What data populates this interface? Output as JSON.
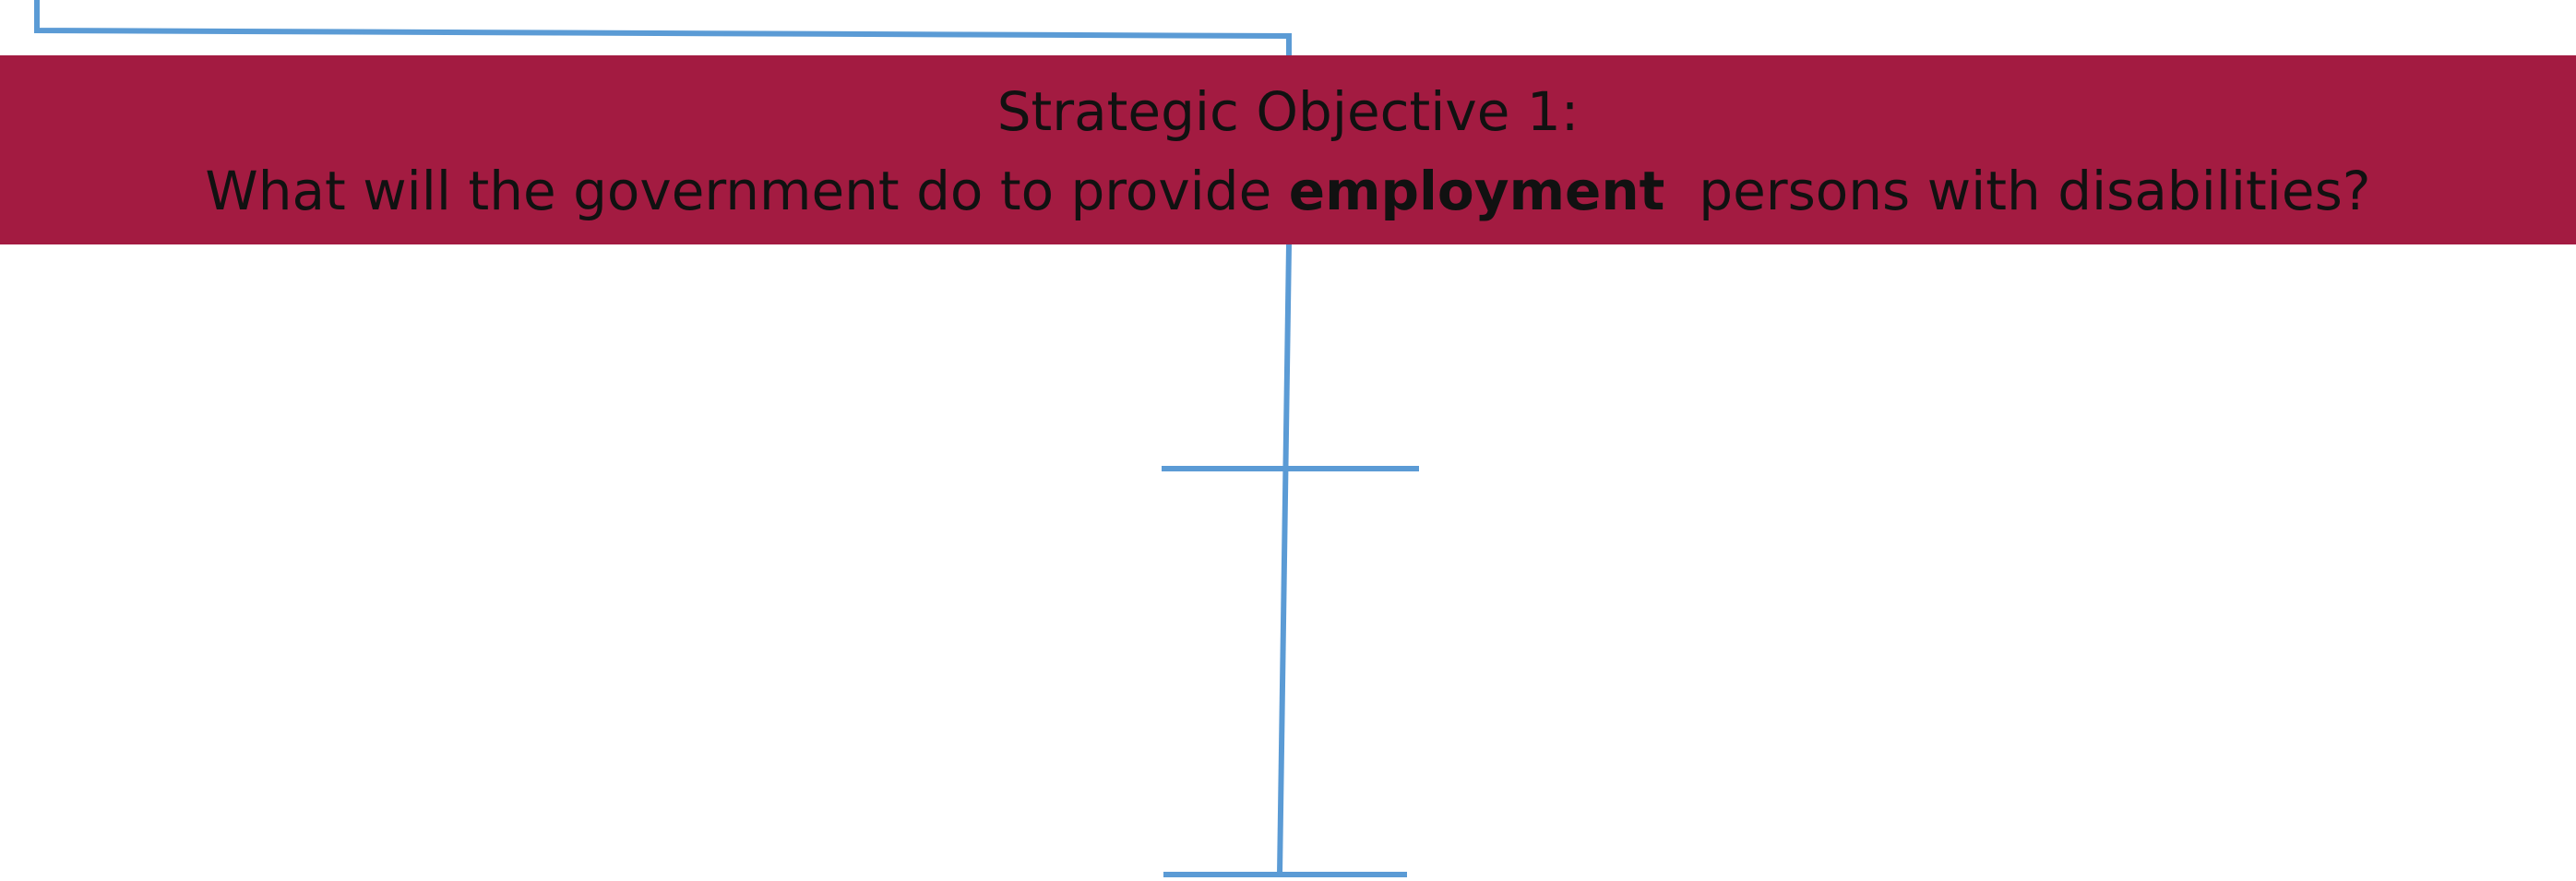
{
  "banner": {
    "heading": "Strategic Objective 1:",
    "question_before": "What will the government do to provide ",
    "question_emphasis": "employment",
    "question_after": "  persons with disabilities?",
    "background_color": "#A31B41"
  },
  "connector": {
    "line_color": "#5B9BD5"
  }
}
